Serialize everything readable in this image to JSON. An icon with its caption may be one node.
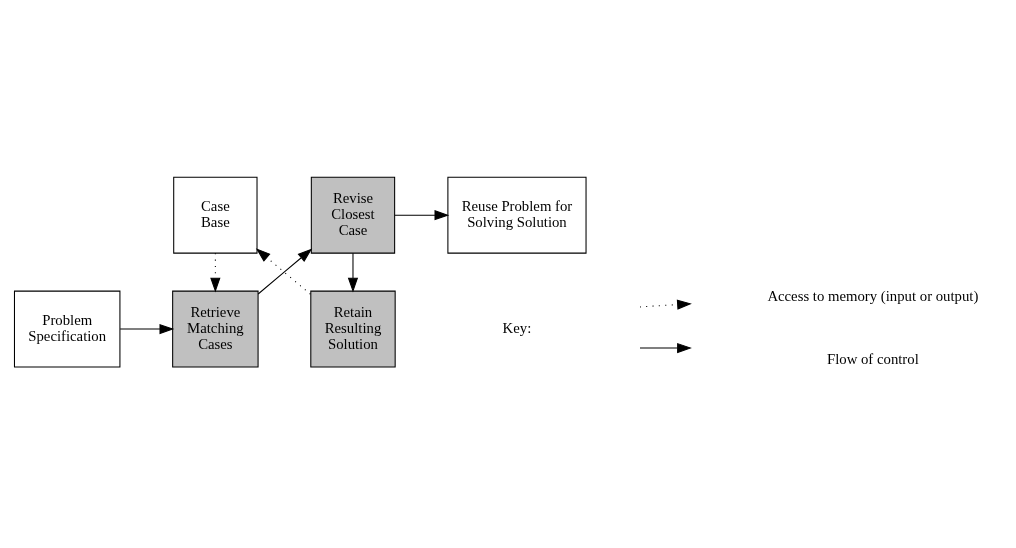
{
  "diagram": {
    "nodes": [
      {
        "text": [
          "Problem Specification"
        ]
      },
      {
        "text": [
          "Retrieve Matching Cases"
        ]
      },
      {
        "text": [
          "Revise Closest Case"
        ]
      },
      {
        "text": [
          "Reuse Problem for Solving Solution"
        ]
      },
      {
        "text": [
          "Case Base"
        ]
      },
      {
        "text": [
          "Retain Resulting Solution"
        ]
      }
    ],
    "edges": [
      {
        "from": 0,
        "to": 1,
        "arrow": "to"
      },
      {
        "from": 1,
        "to": 2,
        "arrow": "to"
      },
      {
        "from": 2,
        "to": 5,
        "arrow": "to"
      },
      {
        "from": 2,
        "to": 3,
        "arrow": "to"
      },
      {
        "from": 5,
        "to": 4,
        "arrow": "to",
        "style": "dashed"
      },
      {
        "from": 4,
        "to": 1,
        "arrow": "to",
        "style": "dashed"
      }
    ],
    "labels": [
      "Key:"
    ],
    "legend": [
      {
        "text": "Access to memory (input or output)"
      },
      {
        "text": "Flow of control"
      }
    ]
  }
}
